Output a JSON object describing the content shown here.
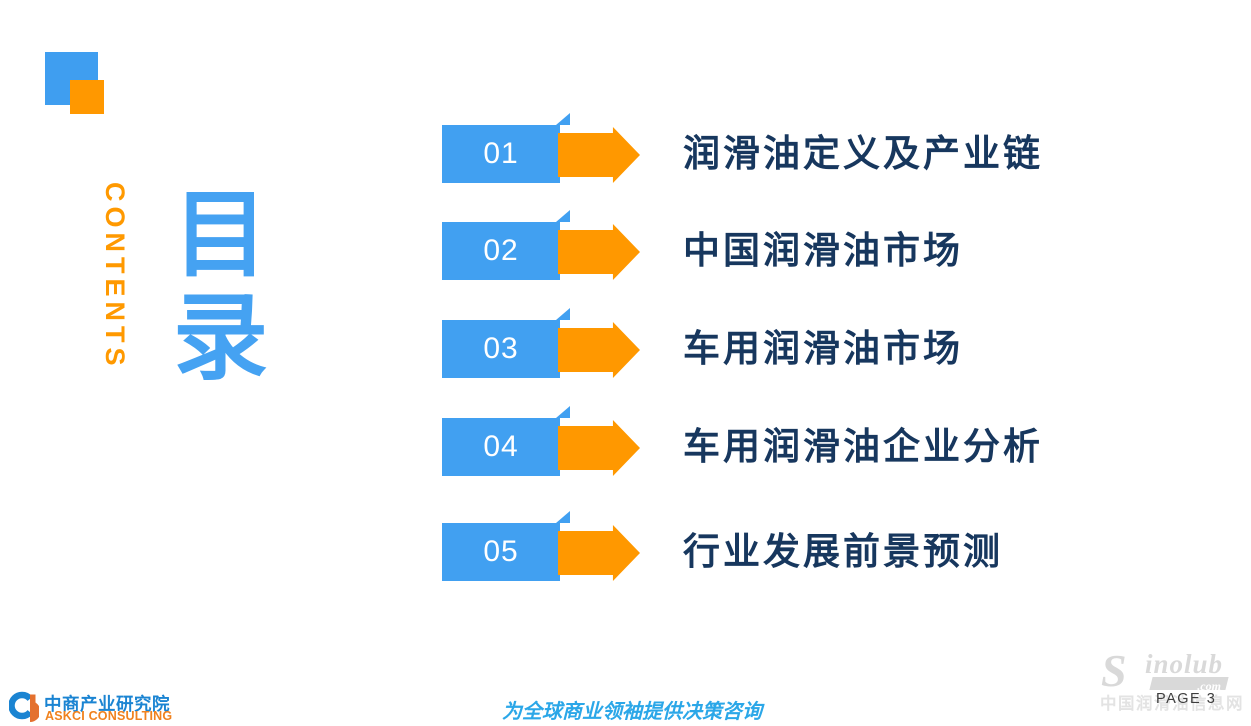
{
  "header": {
    "contents_en": "CONTENTS",
    "title_cn": "目录"
  },
  "toc": {
    "items": [
      {
        "number": "01",
        "label": "润滑油定义及产业链"
      },
      {
        "number": "02",
        "label": "中国润滑油市场"
      },
      {
        "number": "03",
        "label": "车用润滑油市场"
      },
      {
        "number": "04",
        "label": "车用润滑油企业分析"
      },
      {
        "number": "05",
        "label": "行业发展前景预测"
      }
    ]
  },
  "footer": {
    "logo_cn": "中商产业研究院",
    "logo_en": "ASKCI CONSULTING",
    "slogan": "为全球商业领袖提供决策咨询",
    "page_label": "PAGE 3"
  },
  "watermark": {
    "brand_initial": "S",
    "brand_rest": "inolub",
    "domain": ".com",
    "subtitle": "中国润滑油信息网"
  },
  "colors": {
    "primary_blue": "#41A0F1",
    "accent_orange": "#FF9800",
    "title_navy": "#17375E",
    "contents_orange": "#FF9900",
    "slogan_blue": "#2BA7E8",
    "logo_blue": "#1B84D2",
    "logo_orange": "#F0821E",
    "watermark_gray": "#D9D9D9"
  }
}
